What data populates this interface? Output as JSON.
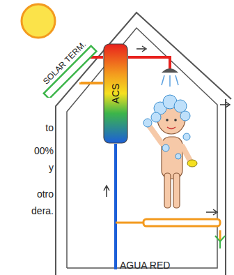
{
  "diagram": {
    "nodes": [
      {
        "text": [
          "SOLAR TERM."
        ]
      },
      {
        "text": [
          "ACS"
        ]
      }
    ],
    "edges": [
      {
        "from": 0,
        "to": 1,
        "arrow": "none"
      }
    ],
    "labels": [
      "to",
      "00%",
      "y",
      "otro",
      "dera.",
      "AGUA RED"
    ]
  }
}
